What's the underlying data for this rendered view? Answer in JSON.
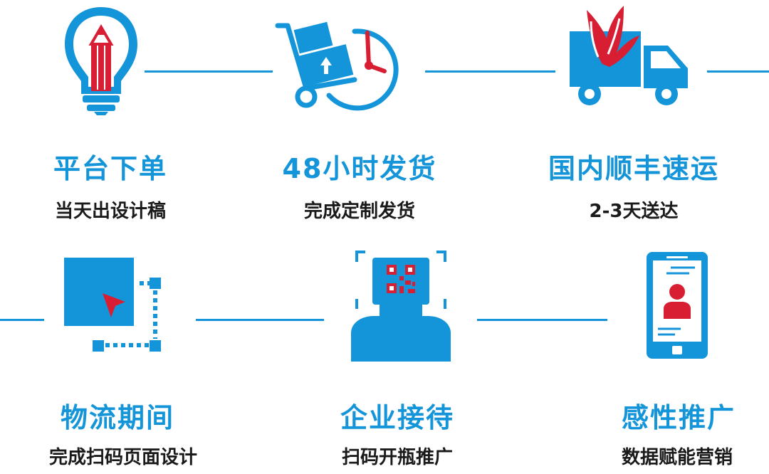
{
  "colors": {
    "blue": "#1495d9",
    "red": "#d81e32",
    "dark": "#1a1a1a"
  },
  "steps": [
    {
      "icon": "lightbulb-pencil-icon",
      "title": "平台下单",
      "subtitle": "当天出设计稿"
    },
    {
      "icon": "hand-truck-clock-icon",
      "title": "48小时发货",
      "subtitle": "完成定制发货"
    },
    {
      "icon": "winged-truck-icon",
      "title": "国内顺丰速运",
      "subtitle": "2-3天送达"
    },
    {
      "icon": "design-canvas-icon",
      "title": "物流期间",
      "subtitle": "完成扫码页面设计"
    },
    {
      "icon": "qr-scan-person-icon",
      "title": "企业接待",
      "subtitle": "扫码开瓶推广"
    },
    {
      "icon": "phone-profile-icon",
      "title": "感性推广",
      "subtitle": "数据赋能营销"
    }
  ]
}
